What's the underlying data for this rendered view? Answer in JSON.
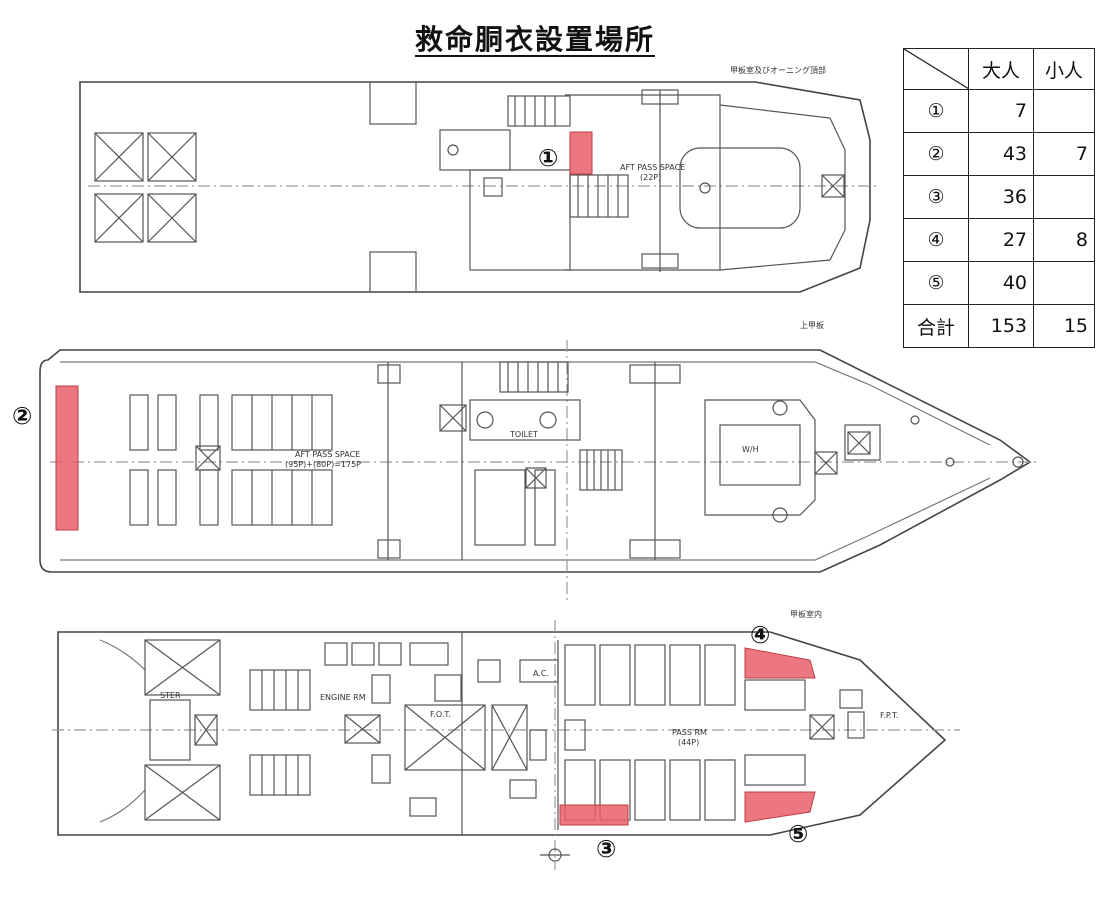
{
  "title": "救命胴衣設置場所",
  "deck_labels": {
    "top": "甲板室及びオーニング頂部",
    "upper": "上甲板",
    "interior": "甲板室内"
  },
  "drawing_labels": {
    "aft_pass_space_top": "AFT PASS SPACE",
    "aft_pass_space_top_cap": "(22P)",
    "aft_pass_space_upper": "AFT PASS SPACE",
    "aft_pass_space_upper_cap": "(95P)+(80P)=175P",
    "toilet": "TOILET",
    "wh": "W/H",
    "pass_rm": "PASS RM",
    "pass_rm_cap": "(44P)",
    "engine_rm": "ENGINE RM",
    "steer": "STER",
    "fot": "F.O.T.",
    "fpt": "F.P.T.",
    "ac": "A.C."
  },
  "markers": {
    "m1": "①",
    "m2": "②",
    "m3": "③",
    "m4": "④",
    "m5": "⑤"
  },
  "table": {
    "headers": [
      "大人",
      "小人"
    ],
    "rows": [
      {
        "label": "①",
        "adult": "7",
        "child": ""
      },
      {
        "label": "②",
        "adult": "43",
        "child": "7"
      },
      {
        "label": "③",
        "adult": "36",
        "child": ""
      },
      {
        "label": "④",
        "adult": "27",
        "child": "8"
      },
      {
        "label": "⑤",
        "adult": "40",
        "child": ""
      }
    ],
    "total": {
      "label": "合計",
      "adult": "153",
      "child": "15"
    }
  },
  "colors": {
    "highlight": "#e8606a",
    "line": "#555555"
  }
}
